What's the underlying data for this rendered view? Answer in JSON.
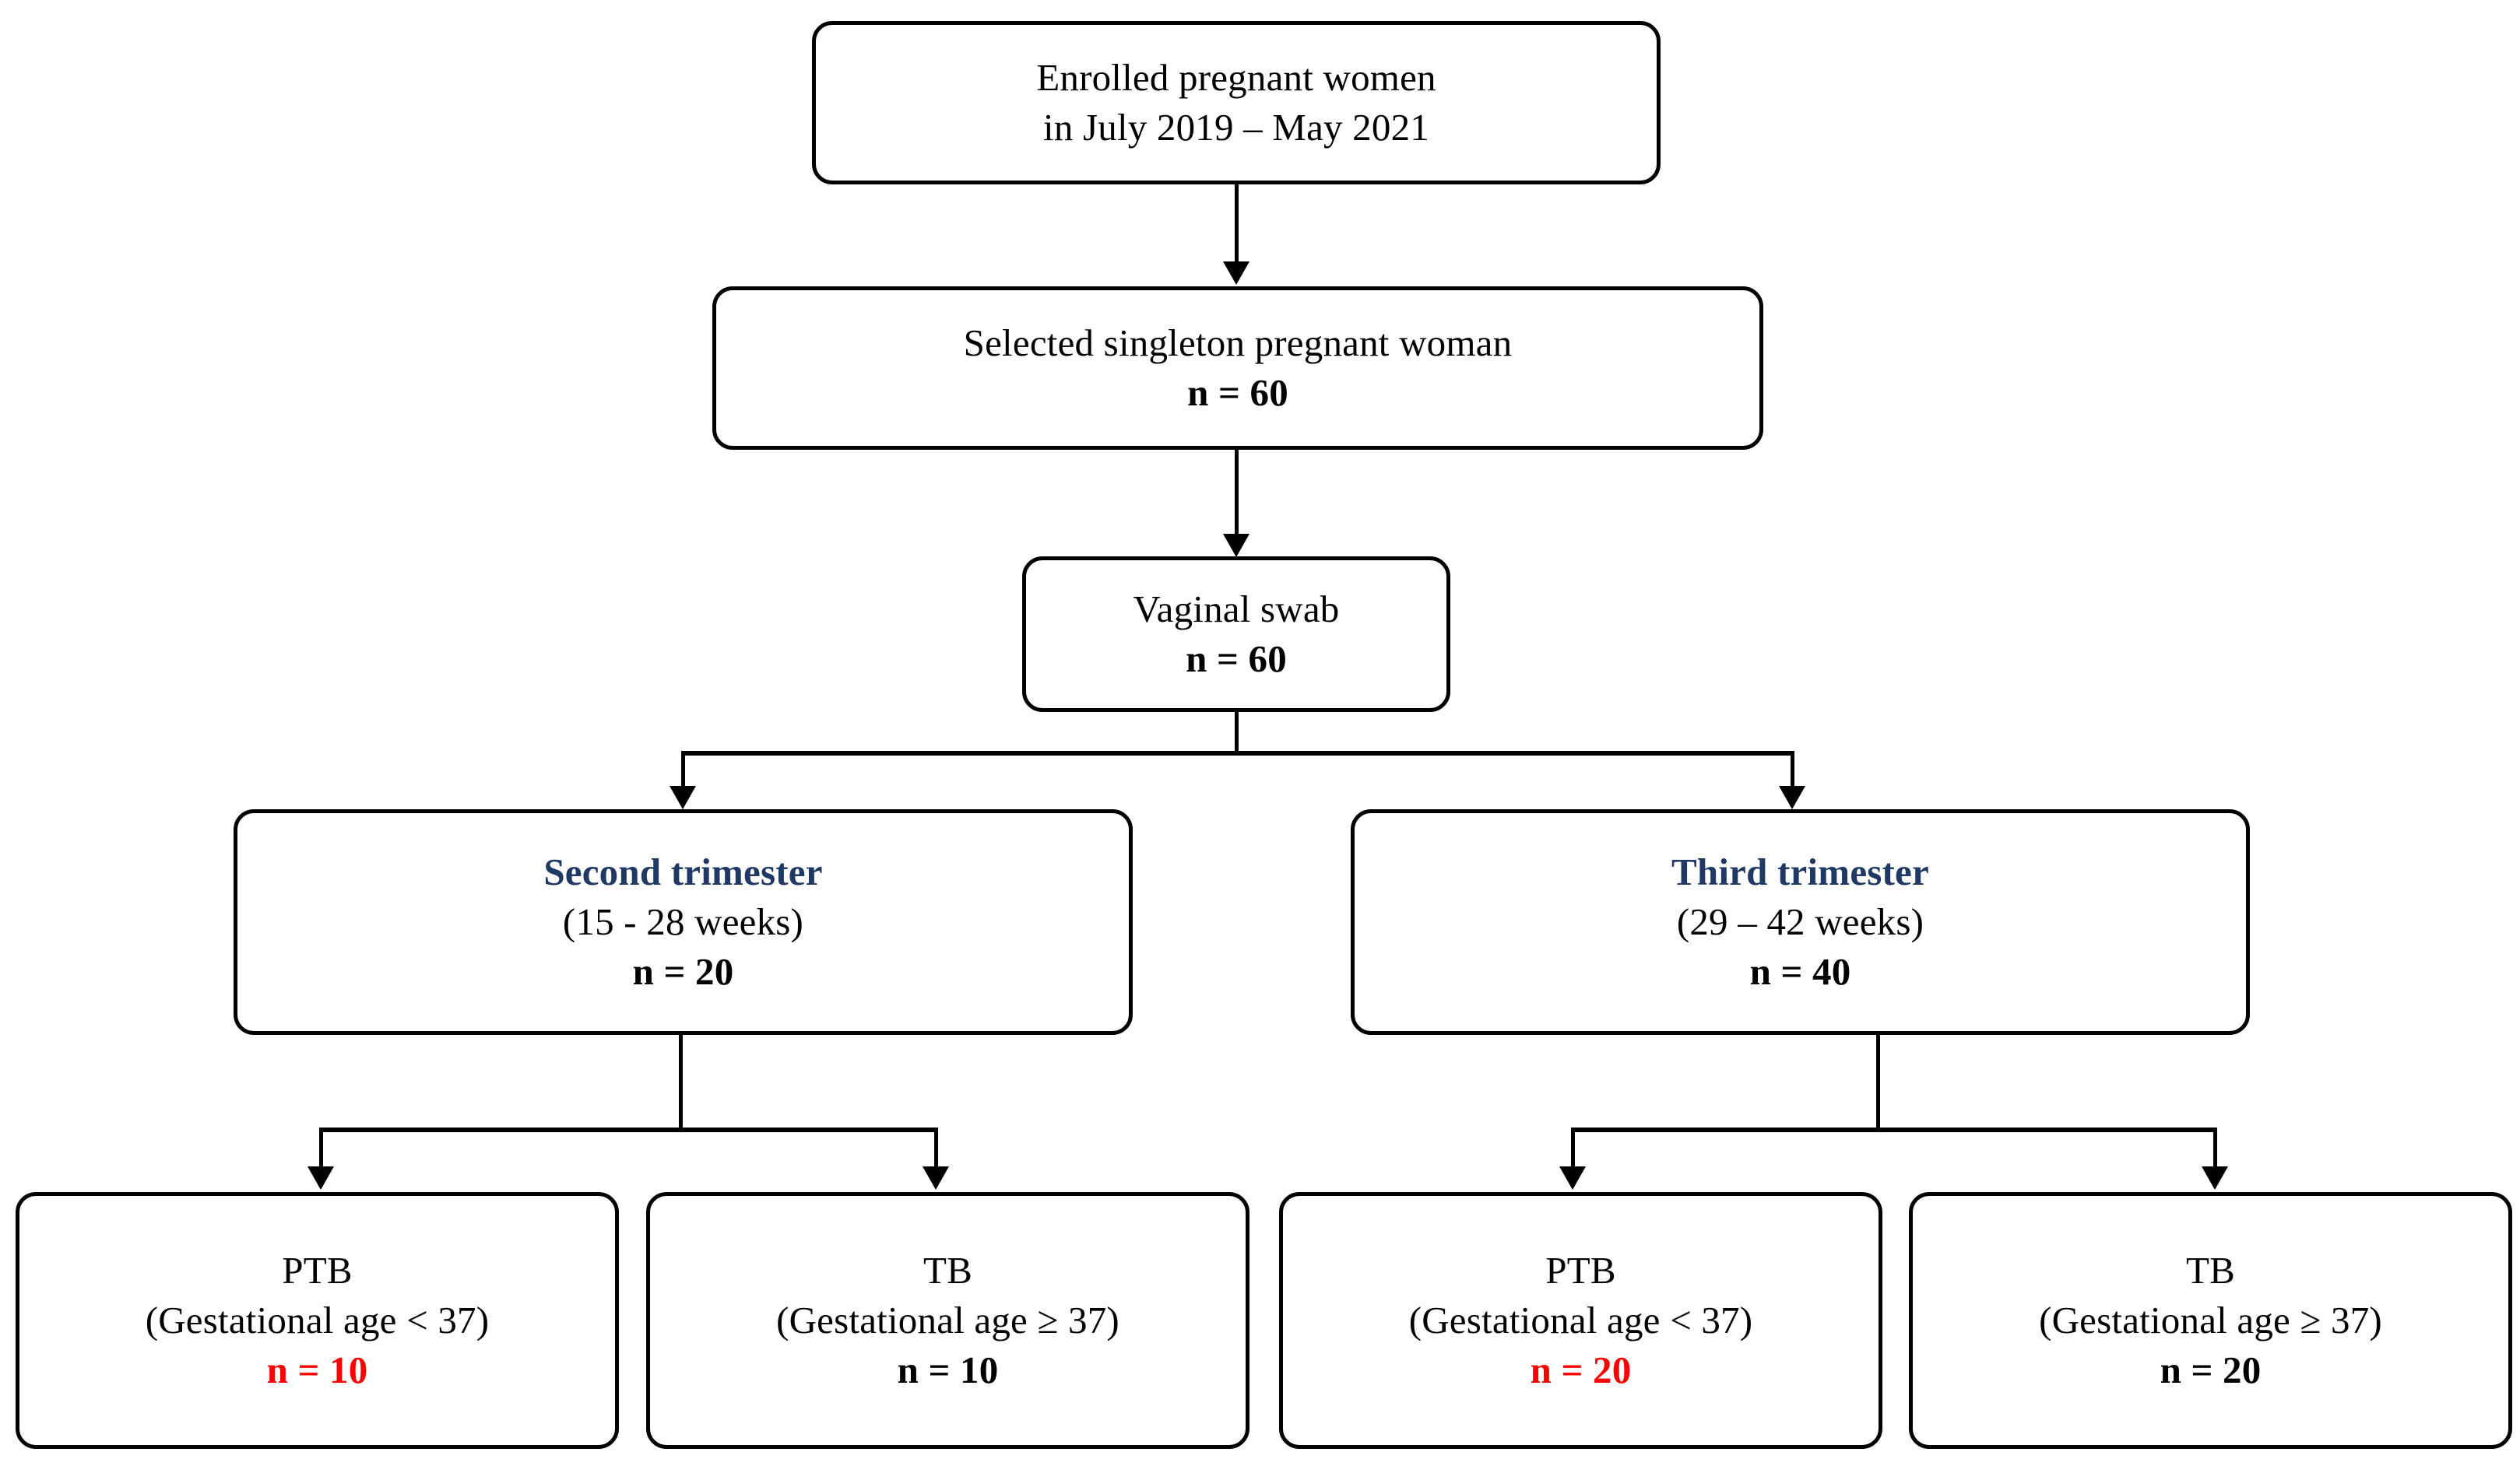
{
  "diagram": {
    "title": "Study enrollment flow diagram",
    "colors": {
      "box_border": "#000000",
      "background": "#ffffff",
      "trimester_blue": "#1F3864",
      "ptb_red": "#FF0000",
      "text_black": "#000000"
    },
    "nodes": {
      "enrolled": {
        "line1": "Enrolled pregnant women",
        "line2": "in July 2019 – May 2021"
      },
      "selected": {
        "line1": "Selected singleton pregnant woman",
        "count": "n = 60"
      },
      "swab": {
        "line1": "Vaginal swab",
        "count": "n = 60"
      },
      "second_trimester": {
        "title": "Second trimester",
        "weeks": "(15 - 28 weeks)",
        "count": "n = 20"
      },
      "third_trimester": {
        "title": "Third trimester",
        "weeks": "(29 – 42 weeks)",
        "count": "n = 40"
      },
      "second_ptb": {
        "title": "PTB",
        "criteria": "(Gestational age < 37)",
        "count": "n = 10"
      },
      "second_tb": {
        "title": "TB",
        "criteria": "(Gestational age ≥ 37)",
        "count": "n = 10"
      },
      "third_ptb": {
        "title": "PTB",
        "criteria": "(Gestational age < 37)",
        "count": "n = 20"
      },
      "third_tb": {
        "title": "TB",
        "criteria": "(Gestational age ≥ 37)",
        "count": "n = 20"
      }
    }
  }
}
